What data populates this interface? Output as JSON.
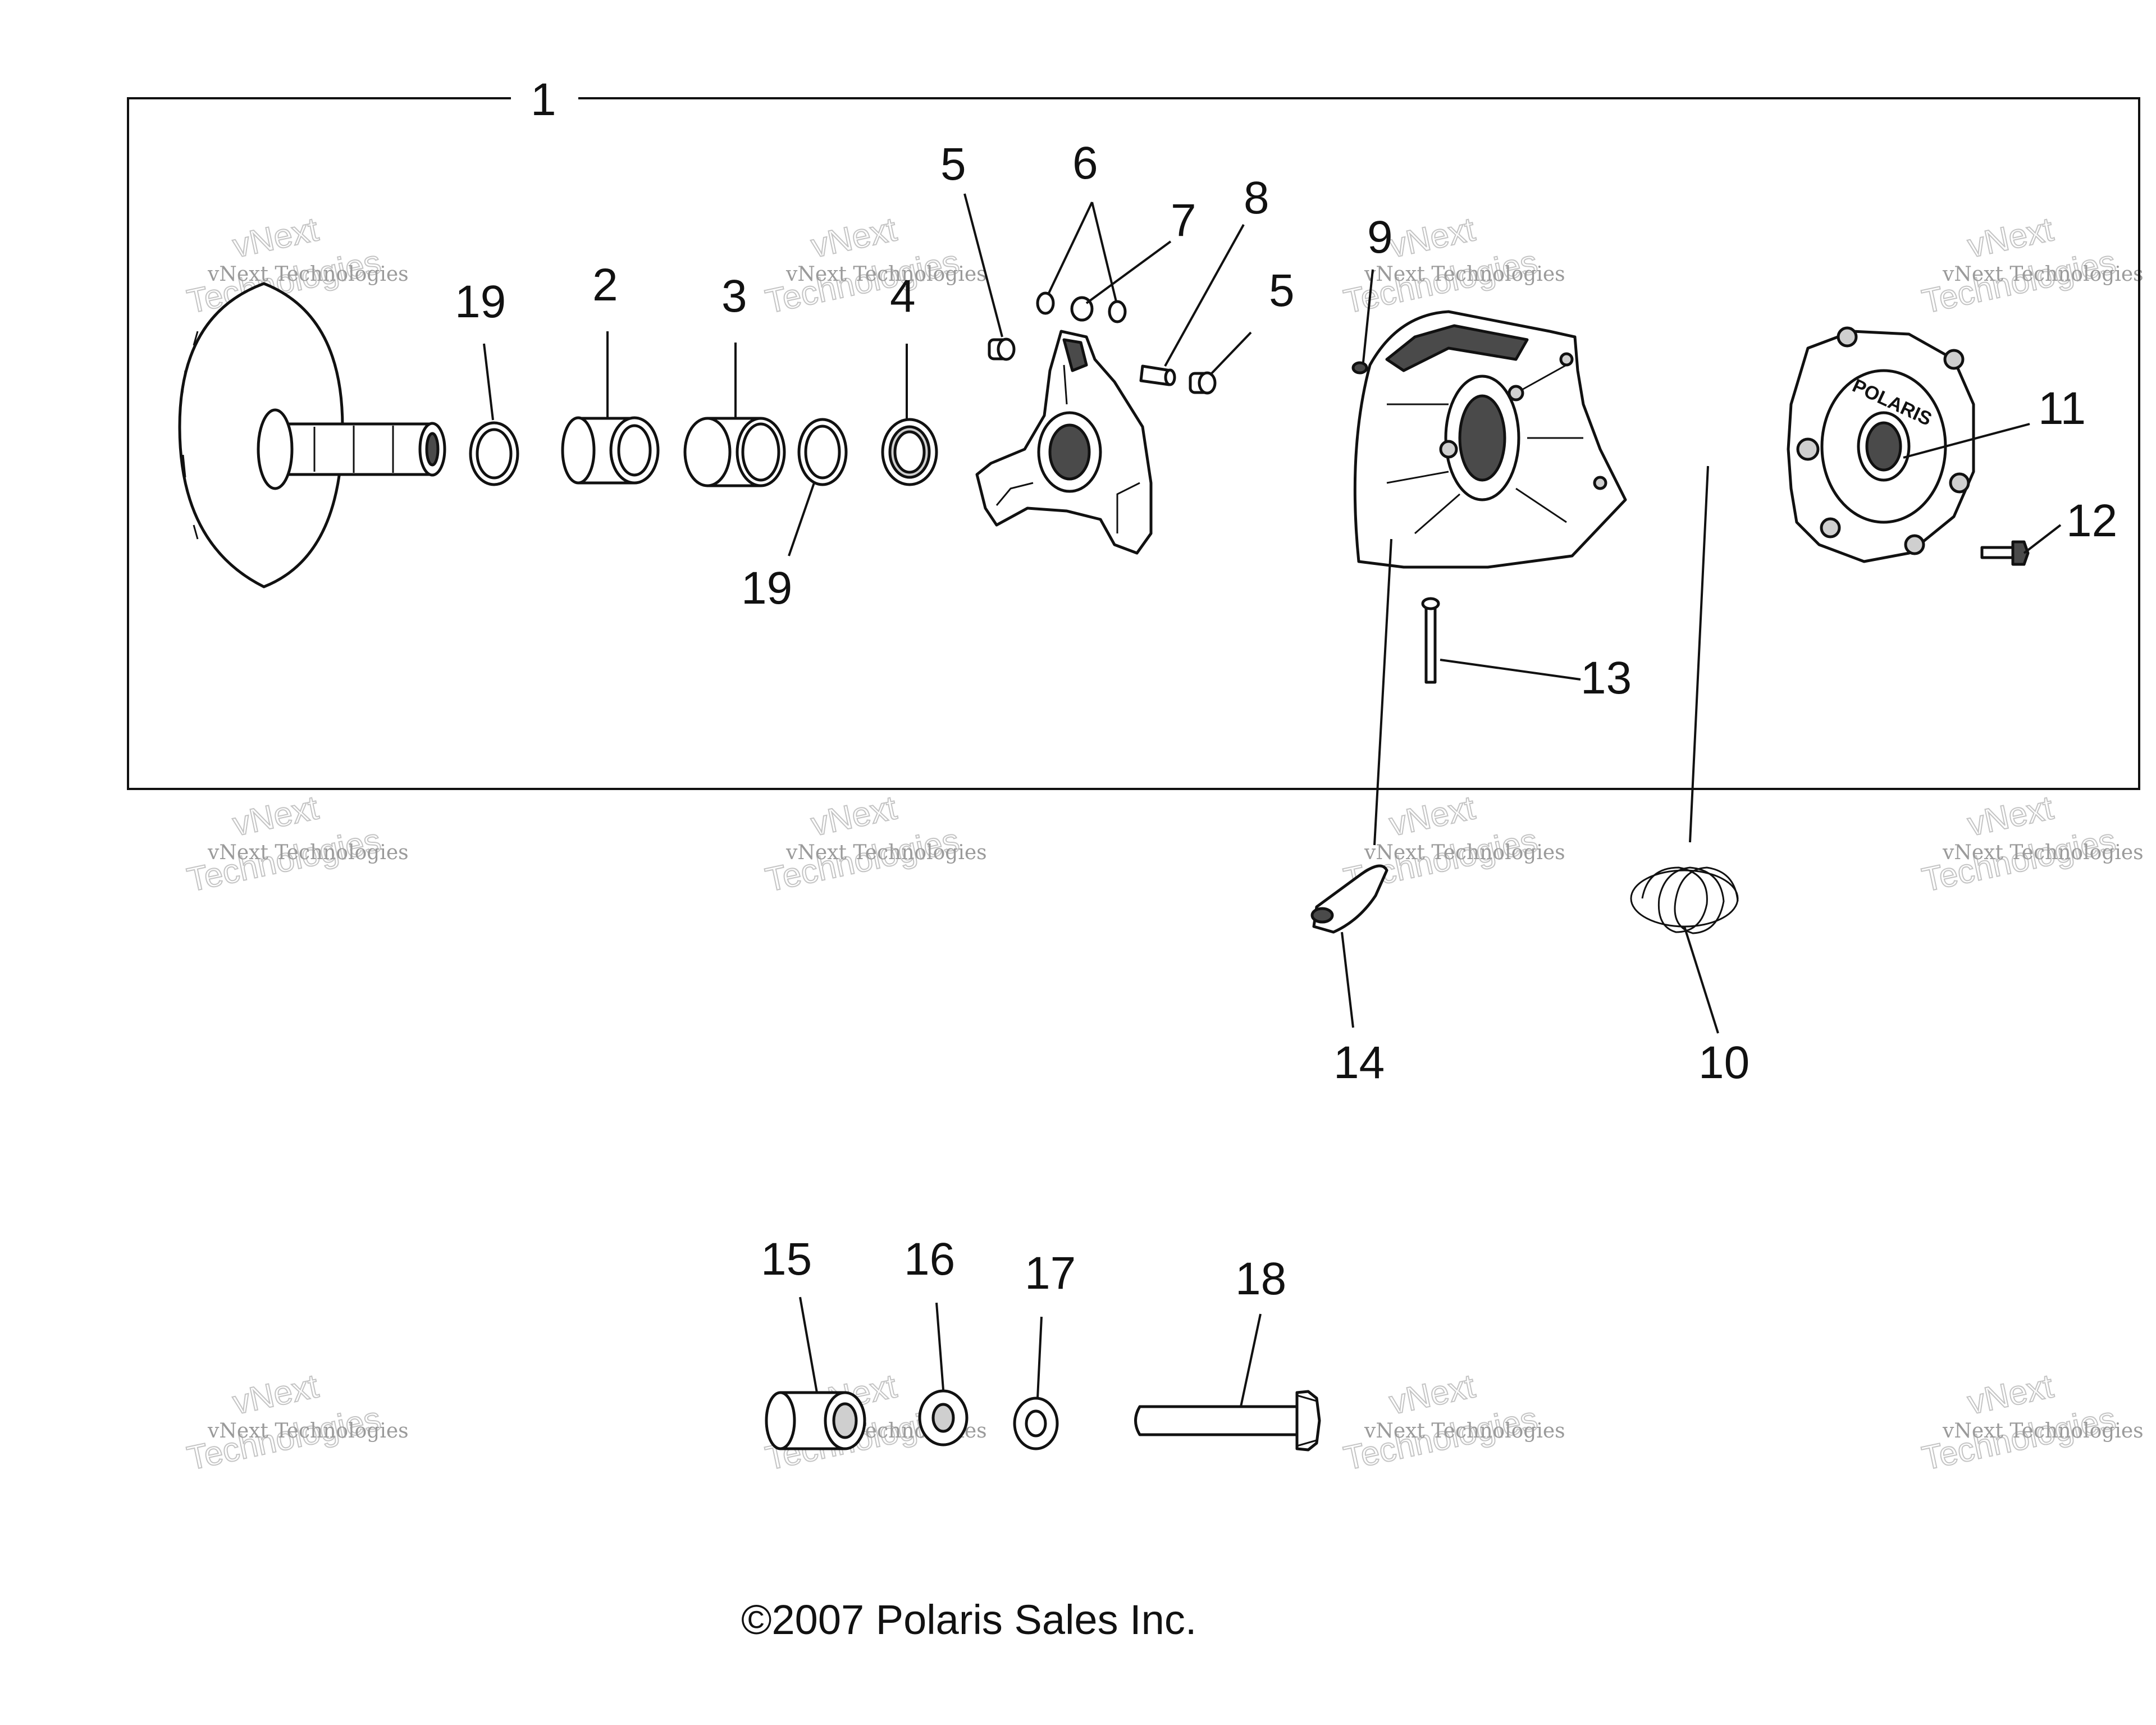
{
  "callouts": {
    "c1": "1",
    "c2": "2",
    "c3": "3",
    "c4": "4",
    "c5a": "5",
    "c5b": "5",
    "c6": "6",
    "c7": "7",
    "c8": "8",
    "c9": "9",
    "c10": "10",
    "c11": "11",
    "c12": "12",
    "c13": "13",
    "c14": "14",
    "c15": "15",
    "c16": "16",
    "c17": "17",
    "c18": "18",
    "c19a": "19",
    "c19b": "19"
  },
  "copyright": "©2007 Polaris Sales Inc.",
  "watermark": {
    "line1": "vNext Technologies",
    "line2": "Technologies",
    "brand": "vNext"
  },
  "cover_logo_text": "POLARIS"
}
